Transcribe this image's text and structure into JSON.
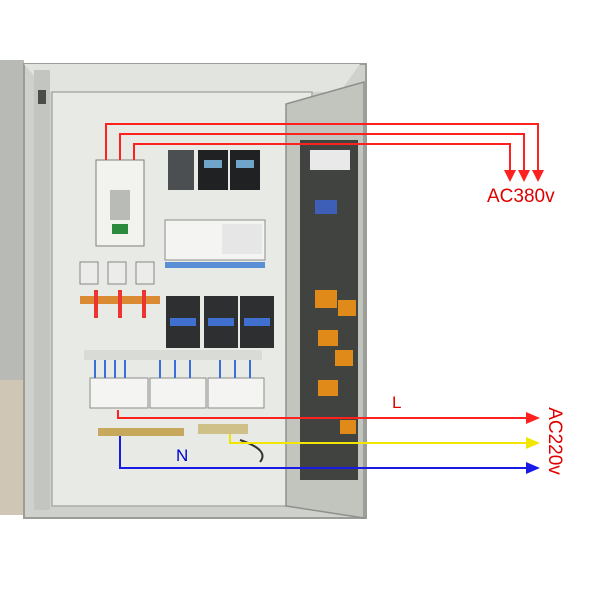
{
  "labels": {
    "three_phase": "AC380v",
    "single_phase": "AC220v",
    "live": "L",
    "neutral": "N"
  },
  "colors": {
    "phase_red": "#ff2020",
    "phase_yellow": "#f2e600",
    "neutral_blue": "#1a1ae6",
    "cabinet": "#d9dcd6",
    "panel": "#e9ece8",
    "label_red": "#e00000",
    "label_blue": "#0000d0"
  },
  "icons": [
    "circuit-breaker-icon",
    "meter-icon",
    "contactor-icon",
    "terminal-block-icon",
    "arrow-icon"
  ]
}
